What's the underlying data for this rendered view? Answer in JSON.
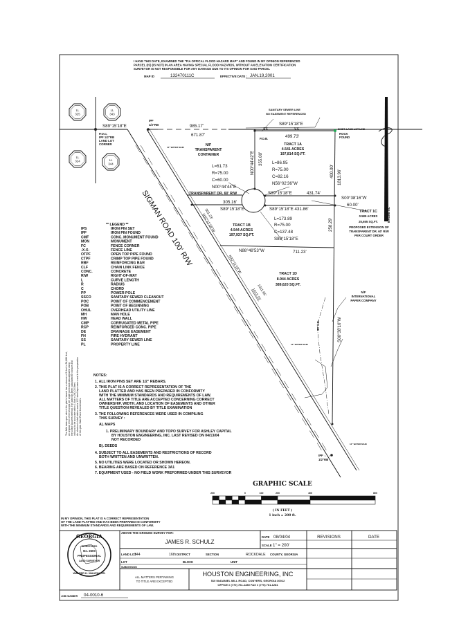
{
  "flood_note": {
    "lines": [
      "I HAVE THIS DATE, EXAMINED THE \"FIA OFFICAL FLOOD HAZARD MAP\" AND FOUND IN MY OPINION REFERENCED",
      "PARCEL (IS) (IS NOT) IN AN AREA HAVING SPECIAL FLOOD HAZARDS, WITHOUT AN ELEVATION CERTIFICATION",
      "SURVEYOR IS NOT RESPONSIBLE FOR ANY DAMAGE DUE TO ITS OPINION FOR SAID PARCEL"
    ],
    "map_id_label": "MAP ID",
    "map_id": "132470111C",
    "effective_date_label": "EFFECTIVE DATE :",
    "effective_date": "JAN.19,2001"
  },
  "land_lots": [
    {
      "prefix": "LL",
      "number": "325"
    },
    {
      "prefix": "LL",
      "number": "343"
    },
    {
      "prefix": "LL",
      "number": "324"
    },
    {
      "prefix": "LL",
      "number": "344"
    }
  ],
  "plat": {
    "poc_bearing": "S89°15'18\"E",
    "poc": [
      "P.O.C.",
      "IPF 1/2\"RB",
      "LAND LOT",
      "CORNER"
    ],
    "ipf_top": [
      "IPF",
      "1/2\"RB"
    ],
    "dist_985": "985.17'",
    "dist_671": "671.87'",
    "water_main": "12\" WATER MAIN",
    "nf_transparent": [
      "N/F",
      "TRANSPARENT",
      "CONTAINER"
    ],
    "curve1": [
      "L=61.73",
      "R=75.00",
      "C=60.00",
      "N00°44'44\"E"
    ],
    "bearing_n00_42": "N00°44'42\"E",
    "dist_355": "355.00'",
    "sewer_note": [
      "SANITARY SEWER LINE",
      "NO EASEMENT REFERENCED"
    ],
    "top_bearing": "S89°15'18\"E",
    "ss": "SS",
    "pob": "P.O.B.",
    "dist_499": "499.73'",
    "tract_1a": [
      "TRACT 1A",
      "4.541 ACRES",
      "197,814 SQ.FT."
    ],
    "curve2": [
      "L=86.95",
      "R=75.00",
      "C=82.16",
      "N56°02'36\"W"
    ],
    "dist_400": "400.00'",
    "dist_1813": "1813.96'",
    "rock_found": [
      "EXIST. LAND LOT LINE",
      "ROCK",
      "FOUND"
    ],
    "bearing_431_74": "S89°15'18\"E",
    "dist_431_74": "431.74'",
    "bearing_431_86": "S89°15'18\"E 431.86'",
    "s00_60": [
      "S00°38'16\"W",
      "60.00'"
    ],
    "tract_1c": [
      "TRACT 1C",
      "0.589 ACRES",
      "25,655 SQ.FT.",
      "PROPOSED EXTENSION OF",
      "TRANSPARENT DR. 60' R/W",
      "PER COURT ORDER"
    ],
    "transparent_dr": "TRANSPARENT DR. 60' R/W",
    "dist_305": "305.16'",
    "bearing_305": "S89°15'18\"E",
    "curve3": [
      "L=173.89",
      "R=75.00",
      "C=137.48",
      "S89°15'18\"E"
    ],
    "tract_1b": [
      "TRACT 1B",
      "4.544 ACRES",
      "197,937 SQ.FT."
    ],
    "dist_258": "258.29'",
    "bearing_n88": "N88°48'53\"W",
    "dist_711": "711.23'",
    "dist_301": "301.23'",
    "bearing_n32": "N32°11'18\"W",
    "dist_1311": "1311.95'",
    "dist_1613": "1613.15'",
    "road_name": "SIGMAN ROAD 100' R/W",
    "tract_1d": [
      "TRACT 1D",
      "8.944 ACRES",
      "389,620 SQ.FT."
    ],
    "nf_paper": [
      "N/F",
      "INTERNATIONAL",
      "PAPER COMPANY"
    ],
    "bearing_s00_east": "S00°38'16\"W",
    "se_50": "50' S.E.",
    "ipf_bottom": [
      "IPF",
      "1/2\"RB"
    ],
    "magnetic": "MAGNETIC"
  },
  "side_note": [
    "The field data upon which this plat is based has a closure of 1 foot in 54,886 feet,",
    "an angular error of 02 seconds per angle point and was adjusted using",
    "the Least Squares method. This plat has been calculated for closure and",
    "is found to be accurate within 1 foot in 260,000 feet.",
    "An electronic total station and a 100' steel tape were used in the preparation",
    "of this plat. State Plane Coordinates."
  ],
  "legend": {
    "title": "** LEGEND **",
    "items": [
      {
        "code": "IPS",
        "desc": "IRON PIN SET"
      },
      {
        "code": "IPF",
        "desc": "IRON PIN FOUND"
      },
      {
        "code": "CMF",
        "desc": "CONC. MONUMENT FOUND"
      },
      {
        "code": "MON",
        "desc": "MONUMENT"
      },
      {
        "code": "FC",
        "desc": "FENCE CORNER"
      },
      {
        "code": "-X-X-",
        "desc": "FENCE LINE"
      },
      {
        "code": "OTPF",
        "desc": "OPEN TOP PIPE FOUND"
      },
      {
        "code": "CTPF",
        "desc": "CRIMP TOP PIPE FOUND"
      },
      {
        "code": "RBF",
        "desc": "REINFORCING BAR"
      },
      {
        "code": "CLF",
        "desc": "CHAIN LINK FENCE"
      },
      {
        "code": "CONC.",
        "desc": "CONCRETE"
      },
      {
        "code": "R/W",
        "desc": "RIGHT-OF-WAY"
      },
      {
        "code": "L",
        "desc": "CURVE LENGTH"
      },
      {
        "code": "R",
        "desc": "RADIUS"
      },
      {
        "code": "C",
        "desc": "CHORD"
      },
      {
        "code": "PP",
        "desc": "POWER POLE"
      },
      {
        "code": "SSCO",
        "desc": "SANITARY SEWER CLEANOUT"
      },
      {
        "code": "POC",
        "desc": "POINT OF COMMENCEMENT"
      },
      {
        "code": "POB",
        "desc": "POINT OF BEGINNING"
      },
      {
        "code": "OHUL",
        "desc": "OVERHEAD UTILITY LINE"
      },
      {
        "code": "MH",
        "desc": "MAN HOLE"
      },
      {
        "code": "HW",
        "desc": "HEAD WALL"
      },
      {
        "code": "CMP",
        "desc": "CORRUGATED METAL PIPE"
      },
      {
        "code": "RCP",
        "desc": "REINFORCED CONC. PIPE"
      },
      {
        "code": "DE",
        "desc": "DRAINAGE EASEMENT"
      },
      {
        "code": "FH",
        "desc": "FIRE HYDRANT"
      },
      {
        "code": "SS",
        "desc": "SANITARY SEWER LINE"
      },
      {
        "code": "PL",
        "desc": "PROPERTY LINE"
      }
    ]
  },
  "notes": {
    "title": "NOTES:",
    "lines": [
      "1. ALL IRON PINS SET ARE 1/2\" REBARS.",
      "2. THIS PLAT IS A CORRECT REPRESENTATION OF THE",
      "LAND PLATTED AND HAS BEEN PREPARED IN CONFORMITY",
      "WITH THE MINIMUM STANDARDS AND REQUIREMENTS OF LAW.",
      "ALL MATTERS OF TITLE ARE ACCEPTED CONCERNING CORRECT",
      "OWNERSHIP, WIDTH, AND LOCATION OF EASEMENTS AND OTHER",
      "TITLE QUESTION REVEALED BY TITLE EXAMINATION",
      "3. THE FOLLOWING REFERENCES WERE USED IN COMPILING",
      "THIS SURVEY :",
      "A). MAPS",
      "1. PRELIMINARY BOUNDARY AND TOPO SURVEY FOR ASHLEY CAPITAL",
      "BY HOUSTON ENGINEERING, INC. LAST REVISED ON 04/13/04",
      "NOT RECORDED",
      "B). DEEDS",
      "4. SUBJECT TO ALL EASEMENTS AND RESTRICTIONS OF RECORD",
      "BOTH WRITTEN AND UNWRITTEN.",
      "5. NO UTILITIES WERE LOCATED OR SHOWN HEREON.",
      "6. BEARING ARE BASED ON REFERENCE 3A1",
      "7. EQUIPMENT USED - NO FIELD WORK PREFORMED UNDER THIS SURVEYOR"
    ]
  },
  "graphic_scale": {
    "title": "GRAPHIC SCALE",
    "ticks": [
      "200",
      "0",
      "100",
      "200",
      "400",
      "800"
    ],
    "units": "( IN FEET )",
    "ratio": "1 inch = 200 ft."
  },
  "certification": [
    "IN MY OPINION, THIS PLAT IS A CORRECT REPRESENTATION",
    "OF THE LAND PLATTED AND HAS BEEN PREPARED IN CONFORMITY",
    "WITH THE MINIMUM STANDARDS AND REQUIREMENTS OF LAW."
  ],
  "seal": {
    "state": "GEORGIA",
    "registered": "REGISTERED",
    "number": "No. 2600",
    "professional": "PROFESSIONAL",
    "land_surveyor": "LAND SURVEYOR",
    "name": "WALTER K. MAUPIN, JR."
  },
  "title_block": {
    "survey_for_label": "ABOVE THE GROUND SURVEY FOR:",
    "client": "JAMES R. SCHULZ",
    "date_label": "DATE",
    "date": "08/04/04",
    "scale_label": "SCALE",
    "scale": "1\" = 200'",
    "revisions_header": "REVISIONS",
    "date_header": "DATE",
    "land_lot_label": "LAND LOT",
    "land_lot": "344",
    "district": "16th",
    "district_label": "DISTRICT",
    "section_label": "SECTION",
    "county": "ROCKDALE",
    "county_label": "COUNTY, GEORGIA",
    "lot_label": "LOT",
    "block_label": "BLOCK",
    "unit_label": "UNIT",
    "subdivision_label": "SUBDIVISION",
    "title_note": [
      "ALL MATTERS PERTAINING",
      "TO TITLE ARE EXCEPTED"
    ],
    "company": "HOUSTON ENGINEERING, INC",
    "address": "510 McDANIEL MILL ROAD, CONYERS, GEORGIA 30012",
    "phone": "OFFICE # (770) 761-1280   FAX # (770) 761-1281",
    "job_number_label": "JOB NUMBER",
    "job_number": "04-0010-6"
  }
}
